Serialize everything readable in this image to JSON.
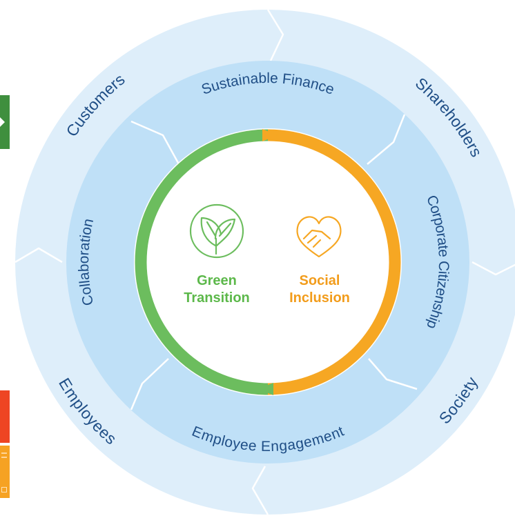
{
  "diagram": {
    "outer_ring": {
      "labels": [
        "Customers",
        "Shareholders",
        "Society",
        "Employees"
      ]
    },
    "inner_ring": {
      "labels": [
        "Sustainable Finance",
        "Corporate Citizenship",
        "Employee Engagement",
        "Collaboration"
      ]
    },
    "center": {
      "left": {
        "line1": "Green",
        "line2": "Transition",
        "icon": "leaves-icon"
      },
      "right": {
        "line1": "Social",
        "line2": "Inclusion",
        "icon": "handshake-heart-icon"
      }
    },
    "colors": {
      "outer_ring": "#deeefa",
      "inner_ring": "#bfe0f7",
      "text": "#1f4e86",
      "green": "#6cbd5e",
      "orange": "#f6a723",
      "green_text": "#5cb84a",
      "orange_text": "#f29c1b"
    },
    "edge_tiles": [
      {
        "name": "green-arrow-tile",
        "color": "#3f8f3e",
        "icon": "chevron-right-icon"
      },
      {
        "name": "red-tile",
        "color": "#ee4523"
      },
      {
        "name": "orange-tile",
        "color": "#f6a223"
      }
    ]
  }
}
